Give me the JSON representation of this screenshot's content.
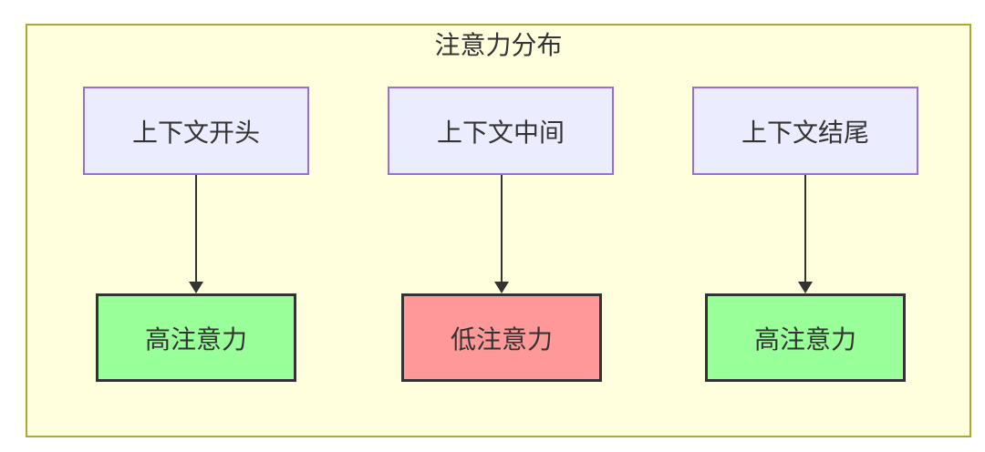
{
  "diagram": {
    "title": "注意力分布",
    "sources": [
      {
        "label": "上下文开头"
      },
      {
        "label": "上下文中间"
      },
      {
        "label": "上下文结尾"
      }
    ],
    "targets": [
      {
        "label": "高注意力",
        "level": "high"
      },
      {
        "label": "低注意力",
        "level": "low"
      },
      {
        "label": "高注意力",
        "level": "high"
      }
    ],
    "edges": [
      {
        "from": "上下文开头",
        "to": "高注意力"
      },
      {
        "from": "上下文中间",
        "to": "低注意力"
      },
      {
        "from": "上下文结尾",
        "to": "高注意力"
      }
    ],
    "colors": {
      "canvas_bg": "#ffffff",
      "cluster_bg": "#ffffde",
      "cluster_border": "#aaaa33",
      "source_node_bg": "#ececff",
      "source_node_border": "#9370db",
      "high_attention_bg": "#99ff99",
      "low_attention_bg": "#ff9999",
      "target_node_border": "#333333",
      "arrow": "#333333",
      "text": "#333333"
    }
  }
}
